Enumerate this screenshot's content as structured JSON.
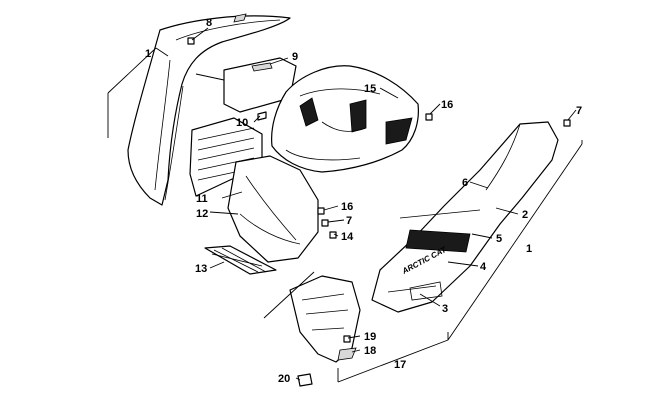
{
  "diagram": {
    "callouts": {
      "c1_left": "1",
      "c8": "8",
      "c9": "9",
      "c10": "10",
      "c15": "15",
      "c16_top": "16",
      "c7_right": "7",
      "c6": "6",
      "c2": "2",
      "c1_right": "1",
      "c11": "11",
      "c12": "12",
      "c16_mid": "16",
      "c7_mid": "7",
      "c14": "14",
      "c5": "5",
      "c4": "4",
      "c13": "13",
      "c3": "3",
      "c19": "19",
      "c18": "18",
      "c17": "17",
      "c20": "20"
    },
    "decal_brand": "ARCTIC CAT"
  }
}
